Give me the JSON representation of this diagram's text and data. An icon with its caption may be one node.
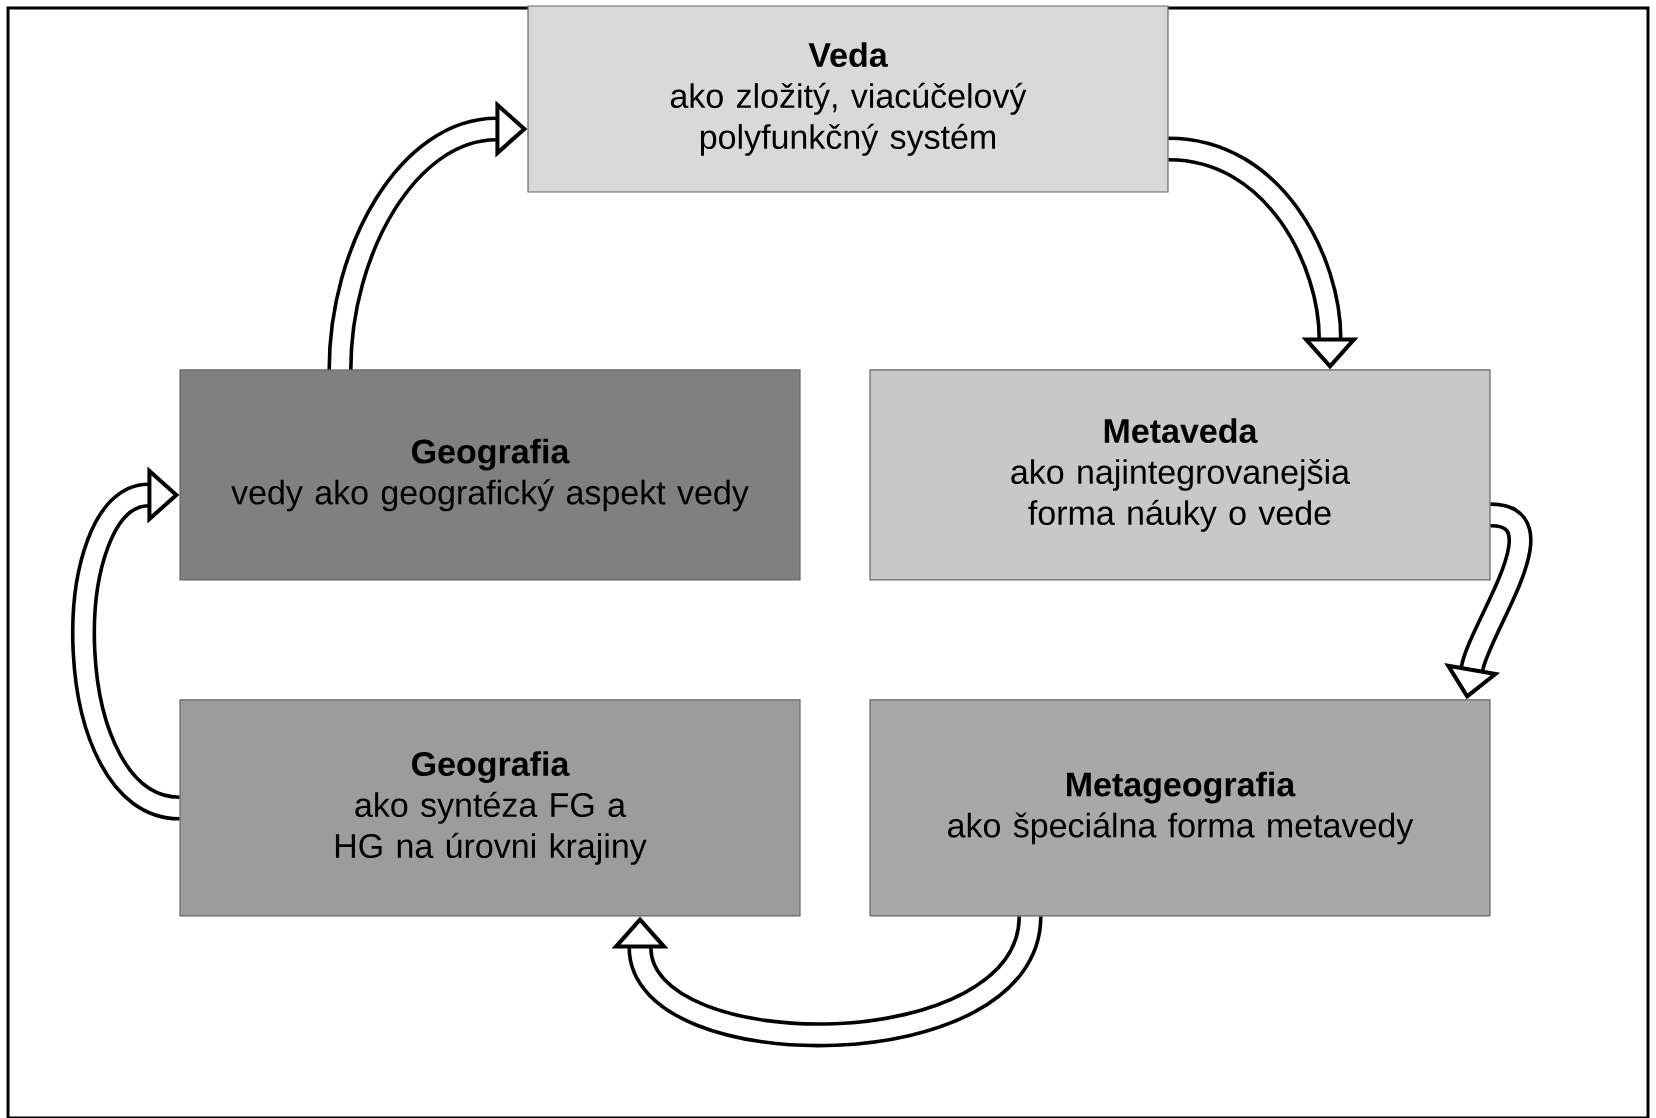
{
  "diagram": {
    "nodes": [
      {
        "text": [
          "Veda",
          "ako zložitý, viacúčelový polyfunkčný systém"
        ]
      },
      {
        "text": [
          "Geografia",
          "vedy ako geografický aspekt vedy"
        ]
      },
      {
        "text": [
          "Metaveda",
          "ako najintegrovanejšia forma náuky o vede"
        ]
      },
      {
        "text": [
          "Geografia",
          "ako syntéza FG a HG na úrovni krajiny"
        ]
      },
      {
        "text": [
          "Metageografia",
          "ako špeciálna forma metavedy"
        ]
      }
    ],
    "edges": [
      {
        "from": 0,
        "to": 2,
        "arrow": "to"
      },
      {
        "from": 2,
        "to": 4,
        "arrow": "to"
      },
      {
        "from": 4,
        "to": 3,
        "arrow": "to"
      },
      {
        "from": 3,
        "to": 1,
        "arrow": "to"
      },
      {
        "from": 1,
        "to": 0,
        "arrow": "to"
      }
    ]
  }
}
